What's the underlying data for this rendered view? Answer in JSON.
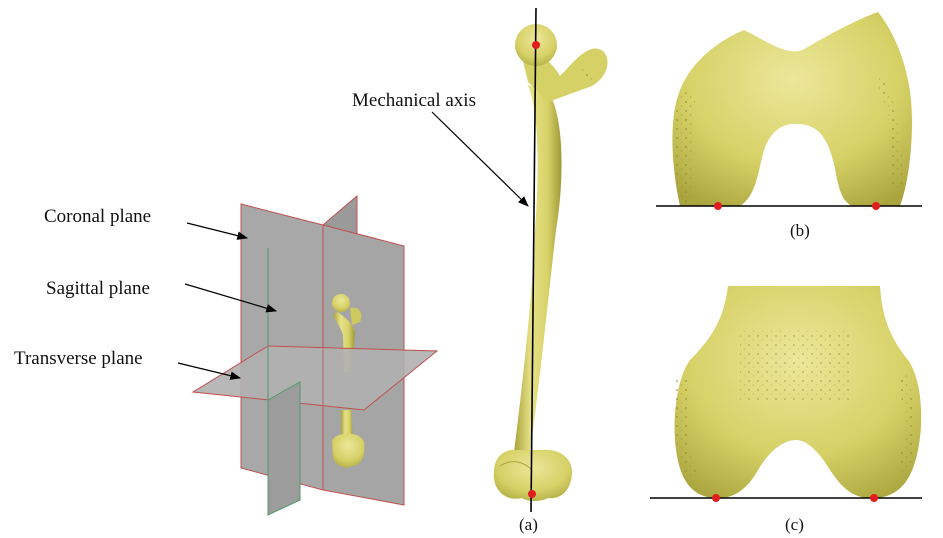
{
  "figure": {
    "labels": {
      "coronal_plane": "Coronal plane",
      "sagittal_plane": "Sagittal plane",
      "transverse_plane": "Transverse plane",
      "mechanical_axis": "Mechanical axis"
    },
    "panels": {
      "a": "(a)",
      "b": "(b)",
      "c": "(c)"
    }
  },
  "colors": {
    "bone": "#d8d36a",
    "bone_shadow": "#a8a33c",
    "bone_highlight": "#eeea9c",
    "plane": "#a3a3a3",
    "plane_dark": "#8e8e8e",
    "plane_edge_red": "#c0504d",
    "plane_edge_green": "#4f9a6a",
    "landmark": "#e01e1e",
    "line": "#000000"
  }
}
